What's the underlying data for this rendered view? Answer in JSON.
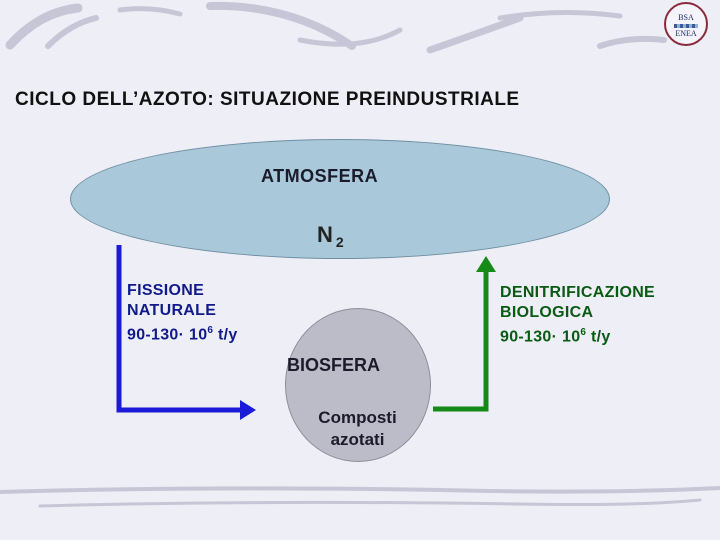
{
  "logo": {
    "top_text": "BSA",
    "bottom_text": "ENEA"
  },
  "title": "CICLO DELL’AZOTO: SITUAZIONE PREINDUSTRIALE",
  "atmosphere": {
    "label": "ATMOSFERA",
    "species": "N",
    "species_subscript": "2"
  },
  "biosphere": {
    "label": "BIOSFERA",
    "content_line1": "Composti",
    "content_line2": "azotati"
  },
  "fixation": {
    "line1": "FISSIONE",
    "line2": "NATURALE",
    "rate_prefix": "90-130· 10",
    "rate_exp": "6",
    "rate_unit": " t/y"
  },
  "denitrification": {
    "line1": "DENITRIFICAZIONE",
    "line2": "BIOLOGICA",
    "rate_prefix": "90-130· 10",
    "rate_exp": "6",
    "rate_unit": " t/y"
  },
  "colors": {
    "fixation_arrow": "#1a1ad8",
    "denitrification_arrow": "#168a16",
    "atmosphere_fill": "#a9c9da",
    "biosphere_fill": "#bcbcc8",
    "background": "#eeeef6"
  }
}
